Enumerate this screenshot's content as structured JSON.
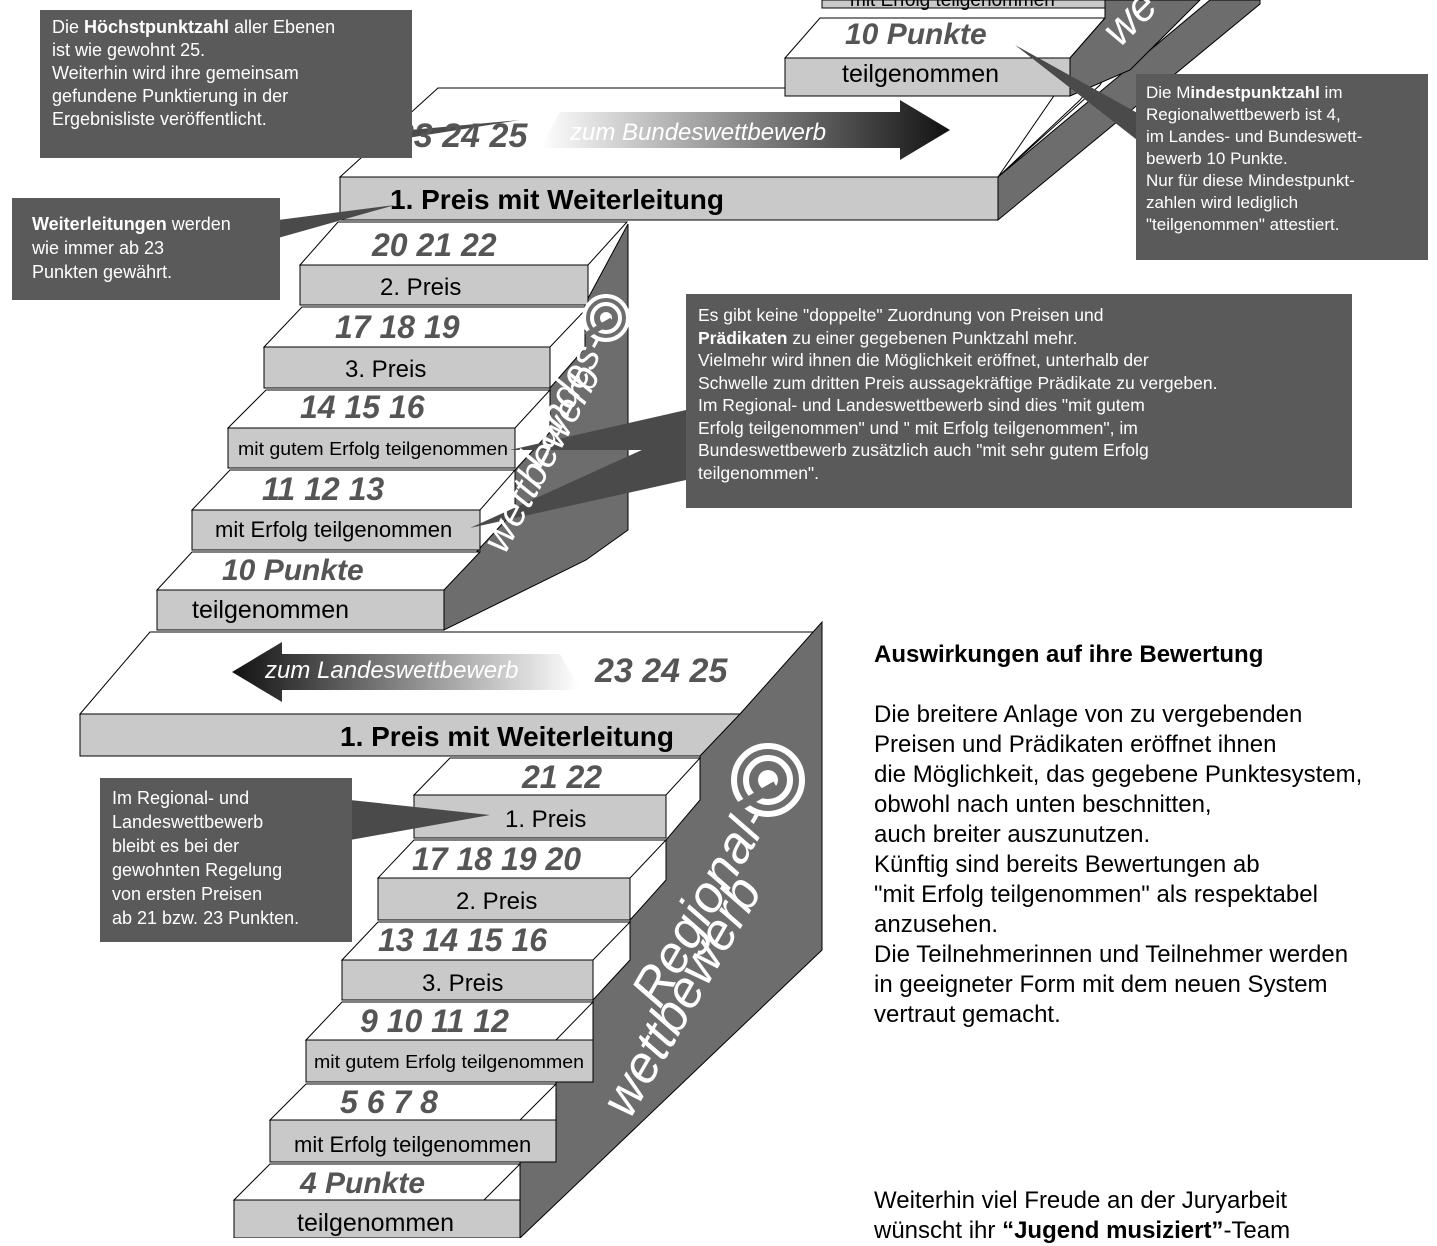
{
  "top_arrow": {
    "numbers": "23 24 25",
    "label": "zum Bundeswettbewerb"
  },
  "bottom_arrow": {
    "numbers": "23 24 25",
    "label": "zum Landeswettbewerb"
  },
  "bundes_step": {
    "points": "10 Punkte",
    "label": "teilgenommen",
    "partial_above": "mit Erfolg teilgenommen",
    "side": "we"
  },
  "landes": {
    "first_prize": "1. Preis mit Weiterleitung",
    "side_line1": "Landes-",
    "side_line2": "wettbewerb",
    "steps": [
      {
        "numbers": "20  21  22",
        "label": "2. Preis"
      },
      {
        "numbers": "17  18  19",
        "label": "3. Preis"
      },
      {
        "numbers": "14  15  16",
        "label": "mit gutem Erfolg teilgenommen"
      },
      {
        "numbers": "11  12  13",
        "label": "mit Erfolg teilgenommen"
      },
      {
        "numbers": "10 Punkte",
        "label": "teilgenommen"
      }
    ]
  },
  "regional": {
    "first_prize": "1. Preis mit Weiterleitung",
    "side_line1": "Regional-",
    "side_line2": "wettbewerb",
    "steps": [
      {
        "numbers": "21  22",
        "label": "1. Preis"
      },
      {
        "numbers": "17  18  19  20",
        "label": "2. Preis"
      },
      {
        "numbers": "13  14  15  16",
        "label": "3. Preis"
      },
      {
        "numbers": "9  10  11  12",
        "label": "mit gutem Erfolg teilgenommen"
      },
      {
        "numbers": "5 6 7 8",
        "label": "mit Erfolg teilgenommen"
      },
      {
        "numbers": "4 Punkte",
        "label": "teilgenommen"
      }
    ]
  },
  "callouts": {
    "hoechst": {
      "l1_pre": "Die ",
      "l1_bold": "Höchstpunktzahl",
      "l1_post": " aller Ebenen",
      "l2": "ist wie gewohnt 25.",
      "l3": "Weiterhin wird ihre gemeinsam",
      "l4": "gefundene Punktierung in der",
      "l5": "Ergebnisliste veröffentlicht."
    },
    "weiterleitung": {
      "bold": "Weiterleitungen",
      "post": " werden",
      "l2": "wie immer ab 23",
      "l3": "Punkten gewährt."
    },
    "mindest": {
      "l1_pre": "Die M",
      "l1_bold": "indestpunktzahl",
      "l1_post": " im",
      "l2": "Regionalwettbewerb ist 4,",
      "l3": "im Landes- und Bundeswett-",
      "l4": "bewerb 10 Punkte.",
      "l5": "Nur für diese Mindestpunkt-",
      "l6": "zahlen wird lediglich",
      "l7": "\"teilgenommen\" attestiert."
    },
    "praedikate": {
      "l1": "Es gibt keine \"doppelte\" Zuordnung von Preisen und",
      "l2_bold": "Prädikaten",
      "l2_post": " zu einer gegebenen Punktzahl mehr.",
      "l3": "Vielmehr wird ihnen die Möglichkeit eröffnet, unterhalb der",
      "l4": "Schwelle zum dritten Preis aussagekräftige Prädikate zu vergeben.",
      "l5": "Im Regional- und Landeswettbewerb sind dies \"mit gutem",
      "l6": "Erfolg teilgenommen\" und \" mit Erfolg teilgenommen\", im",
      "l7": "Bundeswettbewerb zusätzlich auch \"mit sehr gutem Erfolg",
      "l8": "teilgenommen\"."
    },
    "regional": {
      "l1": "Im Regional- und",
      "l2": "Landeswettbewerb",
      "l3": "bleibt es bei der",
      "l4": "gewohnten Regelung",
      "l5": "von ersten Preisen",
      "l6": "ab 21 bzw. 23 Punkten."
    }
  },
  "right": {
    "heading": "Auswirkungen auf ihre Bewertung",
    "body": "Die breitere Anlage von zu vergebenden\nPreisen und Prädikaten eröffnet ihnen\ndie Möglichkeit, das gegebene Punktesystem,\nobwohl nach unten beschnitten,\nauch breiter auszunutzen.\nKünftig sind bereits Bewertungen ab\n\"mit Erfolg teilgenommen\" als respektabel\nanzusehen.\nDie Teilnehmerinnen und Teilnehmer werden\nin geeigneter Form mit dem neuen System\nvertraut gemacht.",
    "closing_l1": "Weiterhin viel Freude an der Juryarbeit",
    "closing_pre": "wünscht ihr ",
    "closing_bold": "“Jugend musiziert”",
    "closing_post": "-Team"
  },
  "colors": {
    "callout_bg": "#5a5a5a",
    "side_face": "#6d6d6d",
    "front_face": "#c9c9c9",
    "number_text": "#555555"
  }
}
